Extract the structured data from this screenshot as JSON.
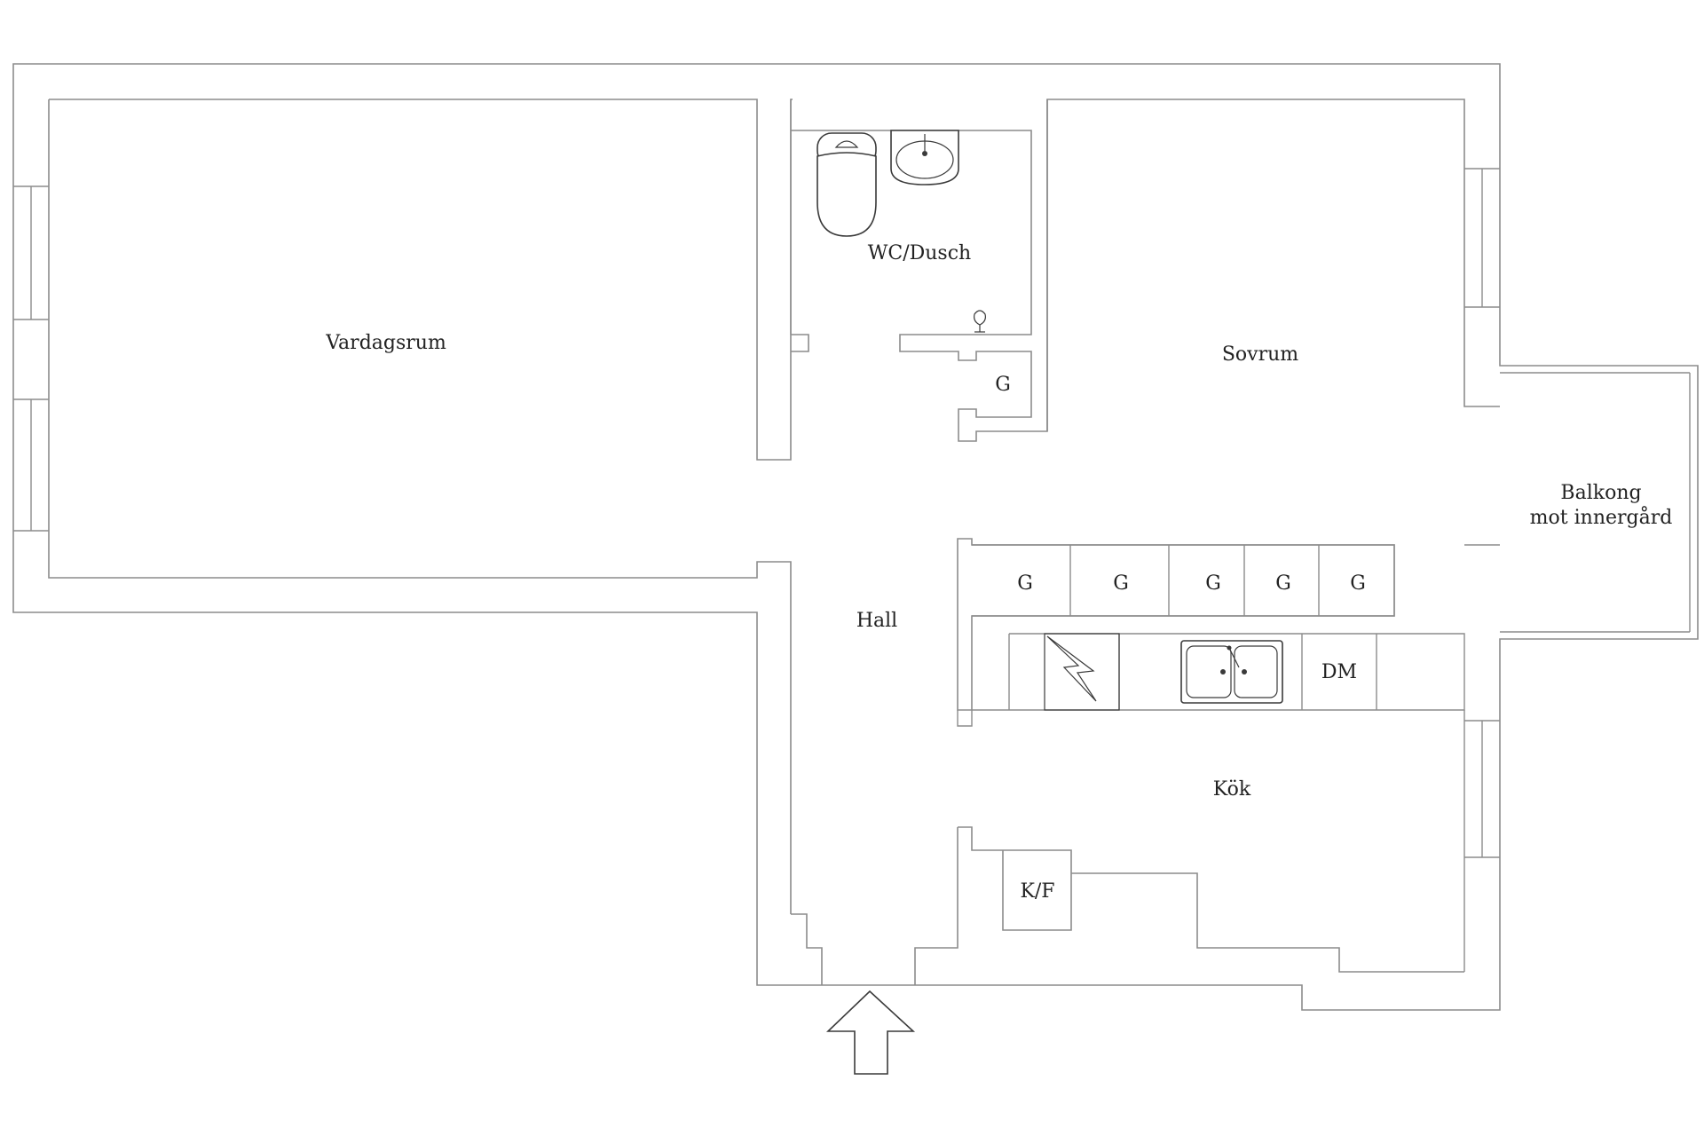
{
  "rooms": {
    "vardagsrum": "Vardagsrum",
    "wc_dusch": "WC/Dusch",
    "sovrum": "Sovrum",
    "balkong_line1": "Balkong",
    "balkong_line2": "mot innergård",
    "hall": "Hall",
    "kok": "Kök"
  },
  "fixtures": {
    "g": "G",
    "dm": "DM",
    "kf": "K/F"
  },
  "colors": {
    "wall": "#8c8c8c",
    "fixture": "#3a3a3a",
    "text": "#222222",
    "background": "#ffffff"
  }
}
